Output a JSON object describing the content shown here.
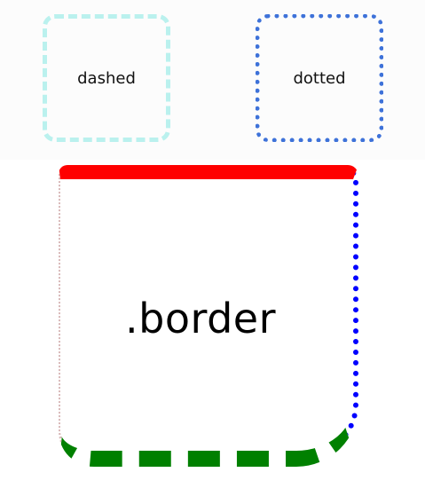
{
  "samples": {
    "dashed_label": "dashed",
    "dotted_label": "dotted"
  },
  "demo": {
    "label": ".border"
  },
  "colors": {
    "dashed_border": "#baf1ee",
    "dotted_border": "#3e72d9",
    "top_border": "#ff0000",
    "right_border": "#0000ff",
    "bottom_border": "#008000",
    "left_border": "#d8b8b8"
  }
}
